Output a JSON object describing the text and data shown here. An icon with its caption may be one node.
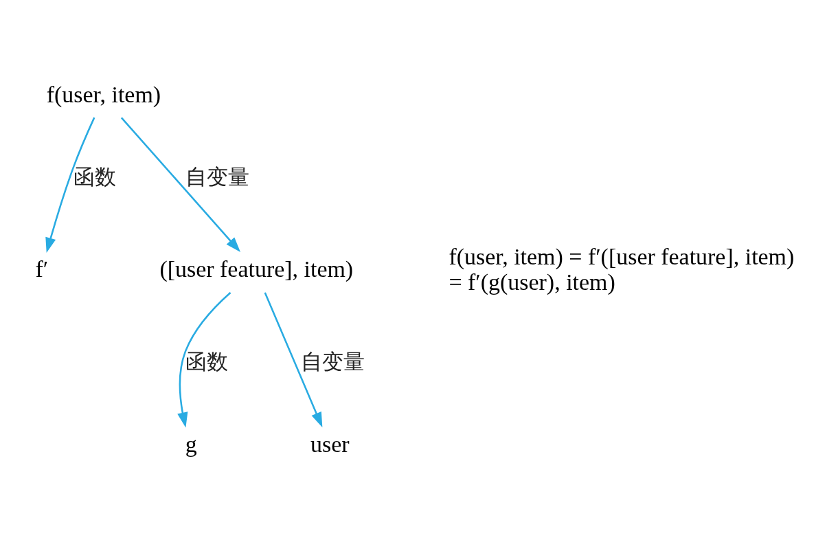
{
  "diagram": {
    "nodes": [
      {
        "text": [
          "f(user, item)"
        ]
      },
      {
        "text": [
          "f′"
        ]
      },
      {
        "text": [
          "([user feature], item)"
        ]
      },
      {
        "text": [
          "g"
        ]
      },
      {
        "text": [
          "user"
        ]
      }
    ],
    "edges": [
      {
        "from": 0,
        "to": 1,
        "arrow": "to",
        "label": "函数"
      },
      {
        "from": 0,
        "to": 2,
        "arrow": "to",
        "label": "自变量"
      },
      {
        "from": 2,
        "to": 3,
        "arrow": "to",
        "label": "函数"
      },
      {
        "from": 2,
        "to": 4,
        "arrow": "to",
        "label": "自变量"
      }
    ],
    "labels": [
      "f(user, item) = f′([user feature], item)",
      "= f′(g(user), item)"
    ]
  }
}
